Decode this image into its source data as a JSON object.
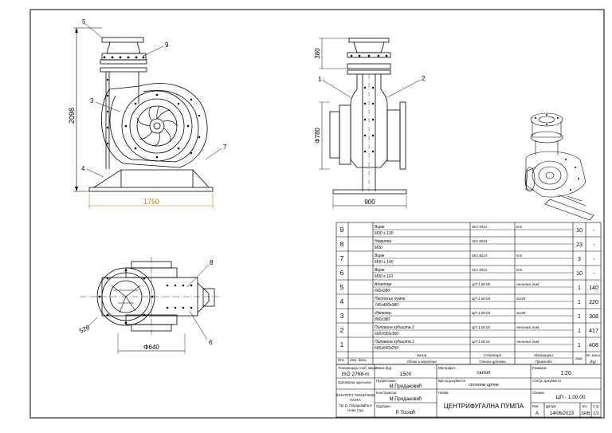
{
  "dimensions": {
    "front_height": "2098",
    "front_width": "1750",
    "side_flange_height": "380",
    "side_diameter": "Φ780",
    "side_base_width": "900",
    "top_radius": "520",
    "top_diameter": "Φ640"
  },
  "callouts": {
    "front": [
      "5",
      "9",
      "3",
      "4",
      "7"
    ],
    "side": [
      "1",
      "2"
    ],
    "top": [
      "8",
      "6"
    ]
  },
  "bom": {
    "rows": [
      {
        "pos": "9",
        "name": "Вијак",
        "dim": "М30 x 130",
        "standard": "ISO 4014",
        "material": "8.8",
        "qty": "10",
        "mass": "-"
      },
      {
        "pos": "8",
        "name": "Навртка",
        "dim": "М30",
        "standard": "ISO 4034",
        "material": "",
        "qty": "23",
        "mass": "-"
      },
      {
        "pos": "7",
        "name": "Вијак",
        "dim": "М30 x 140",
        "standard": "ISO 4014",
        "material": "8.8",
        "qty": "3",
        "mass": "-"
      },
      {
        "pos": "6",
        "name": "Вијак",
        "dim": "М30 x 110",
        "standard": "ISO 4014",
        "material": "8.8",
        "qty": "10",
        "mass": "-"
      },
      {
        "pos": "5",
        "name": "Адаптер",
        "dim": "660x280",
        "standard": "ЦП-1.00.05",
        "material": "челични лим",
        "qty": "1",
        "mass": "140"
      },
      {
        "pos": "4",
        "name": "Постоље пумпе",
        "dim": "740x400x380",
        "standard": "ЦП-1.00.04",
        "material": "S235",
        "qty": "1",
        "mass": "220"
      },
      {
        "pos": "3",
        "name": "Импелер",
        "dim": "850x380",
        "standard": "ЦП-1.00.03",
        "material": "S235",
        "qty": "1",
        "mass": "308"
      },
      {
        "pos": "2",
        "name": "Половина кућишта 2",
        "dim": "600x550x300",
        "standard": "ЦП-1.00.02",
        "material": "челични лим",
        "qty": "1",
        "mass": "417"
      },
      {
        "pos": "1",
        "name": "Половина кућишта 1",
        "dim": "600x550x250",
        "standard": "ЦП-1.00.01",
        "material": "челични лим",
        "qty": "1",
        "mass": "408"
      }
    ],
    "header": {
      "pos": "Поз.",
      "part": "Огн. дела",
      "name": "Назив",
      "dim": "Облик и мере/ния",
      "standard": "Стандард",
      "standard_sub": "Ознака цртежа",
      "material": "Материјал",
      "material_sub": "Прималба",
      "qty": "Ком.",
      "mass": "Уг. маса",
      "mass_unit": "(kg)"
    }
  },
  "title_block": {
    "tolerance_label": "Толеранција слоб. мера",
    "tolerance_value": "ISO 2768-m",
    "mass_label": "Маса (kg)",
    "mass_value": "1500",
    "material_label": "Материјал:",
    "material_value": "склоп",
    "scale_label": "Размера:",
    "scale_value": "1:20",
    "responsible_label": "Одговорна одељење",
    "designed_label": "Пројектовао:",
    "designed_value": "М.Продановић",
    "doc_type_label": "Врста документа",
    "doc_type_value": "склопни цртеж",
    "status_label": "Статус документа",
    "faculty_line1": "ФАКУЛТЕТ ТЕХНИЧКИХ",
    "faculty_line2": "НАУКА",
    "faculty_line3": "Трг Д. Обрадовића 6",
    "faculty_line4": "Нови Сад",
    "constructed_label": "Конструисао:",
    "constructed_value": "М.Продановић",
    "name_label": "Назив:",
    "title": "ЦЕНТРИФУГАЛНА ПУМПА",
    "code_label": "Ознака:",
    "code_value": "ЦП - 1.00.00",
    "approved_label": "Одобрио:",
    "approved_value": "Р. Тоскић",
    "rev_label": "Рев.",
    "rev_value": "A",
    "date_label": "Датум:",
    "date_value": "14/06/2023",
    "lang_label": "Јез.",
    "lang_value": "SRB",
    "sheet_label": "Стр.",
    "sheet_value": "1/1"
  }
}
